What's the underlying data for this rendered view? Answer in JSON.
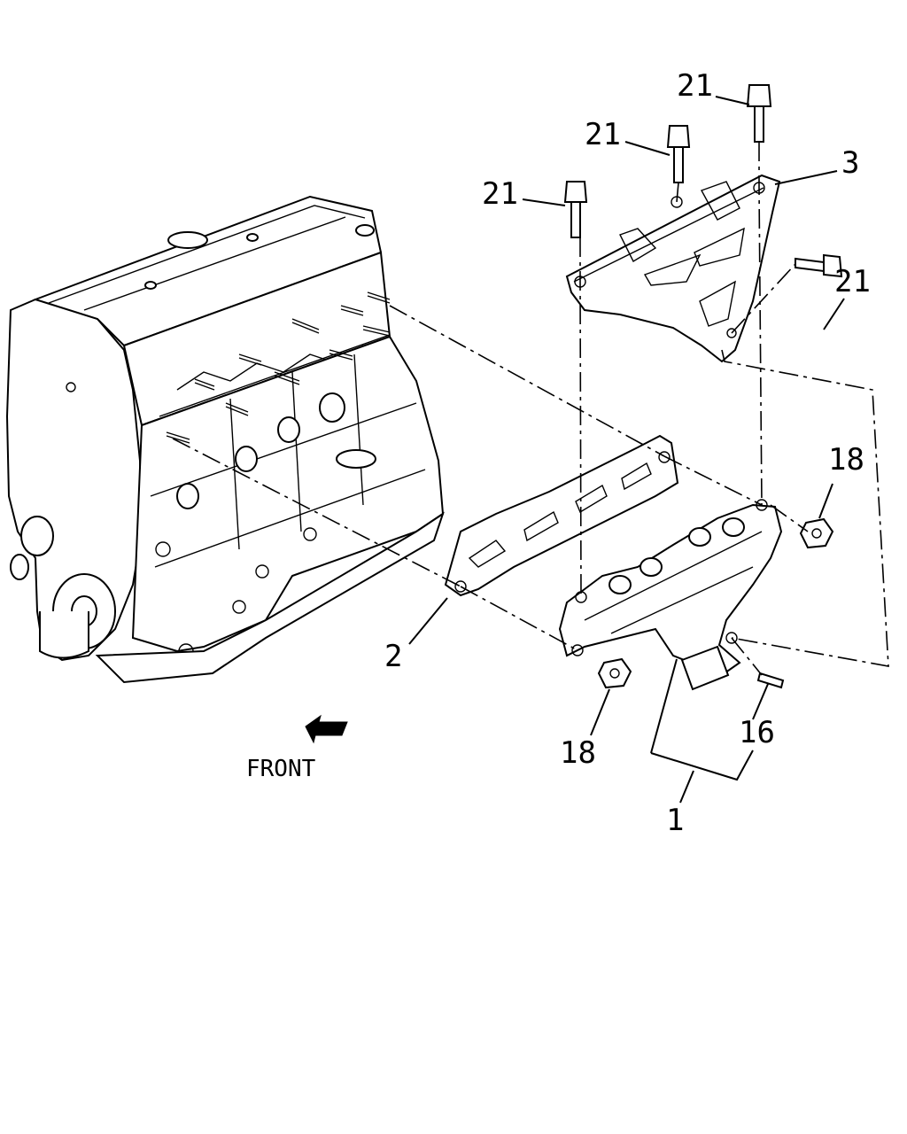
{
  "direction": {
    "label": "FRONT"
  },
  "callouts": {
    "exhaust_manifold": "1",
    "manifold_gasket": "2",
    "heat_shield": "3",
    "stud": "16",
    "nut_lower": "18",
    "nut_right": "18",
    "bolt_top_right": "21",
    "bolt_top_middle": "21",
    "bolt_top_left": "21",
    "bolt_side": "21"
  }
}
